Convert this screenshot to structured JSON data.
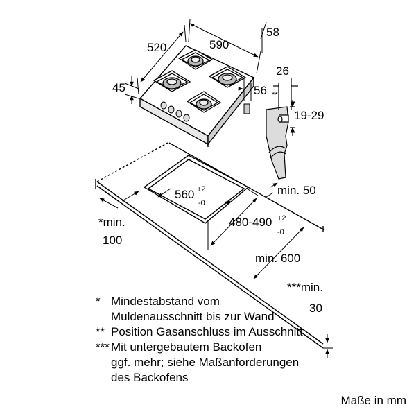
{
  "dimensions": {
    "hob_depth": "520",
    "hob_width": "590",
    "hob_right_offset": "58",
    "hob_height": "45",
    "gas_pipe_offset": "56",
    "connector_width": "26",
    "connector_height": "19-29",
    "worktop_back_min": "min. 50",
    "cutout_width": "560",
    "cutout_width_tol_plus": "+2",
    "cutout_width_tol_minus": "-0",
    "cutout_depth": "480-490",
    "cutout_depth_tol_plus": "+2",
    "cutout_depth_tol_minus": "-0",
    "worktop_depth_min": "min. 600",
    "side_min_label": "*min.",
    "side_min_value": "100",
    "oven_min_label": "***min.",
    "oven_min_value": "30",
    "connector_marker": "**"
  },
  "legend": [
    {
      "mark": "*",
      "text": "Mindestabstand vom"
    },
    {
      "mark": "",
      "text": "Muldenausschnitt bis zur Wand"
    },
    {
      "mark": "**",
      "text": "Position Gasanschluss im Ausschnitt"
    },
    {
      "mark": "***",
      "text": "Mit untergebautem Backofen"
    },
    {
      "mark": "",
      "text": "ggf. mehr; siehe Maßanforderungen"
    },
    {
      "mark": "",
      "text": "des Backofens"
    }
  ],
  "units": "Maße in mm"
}
